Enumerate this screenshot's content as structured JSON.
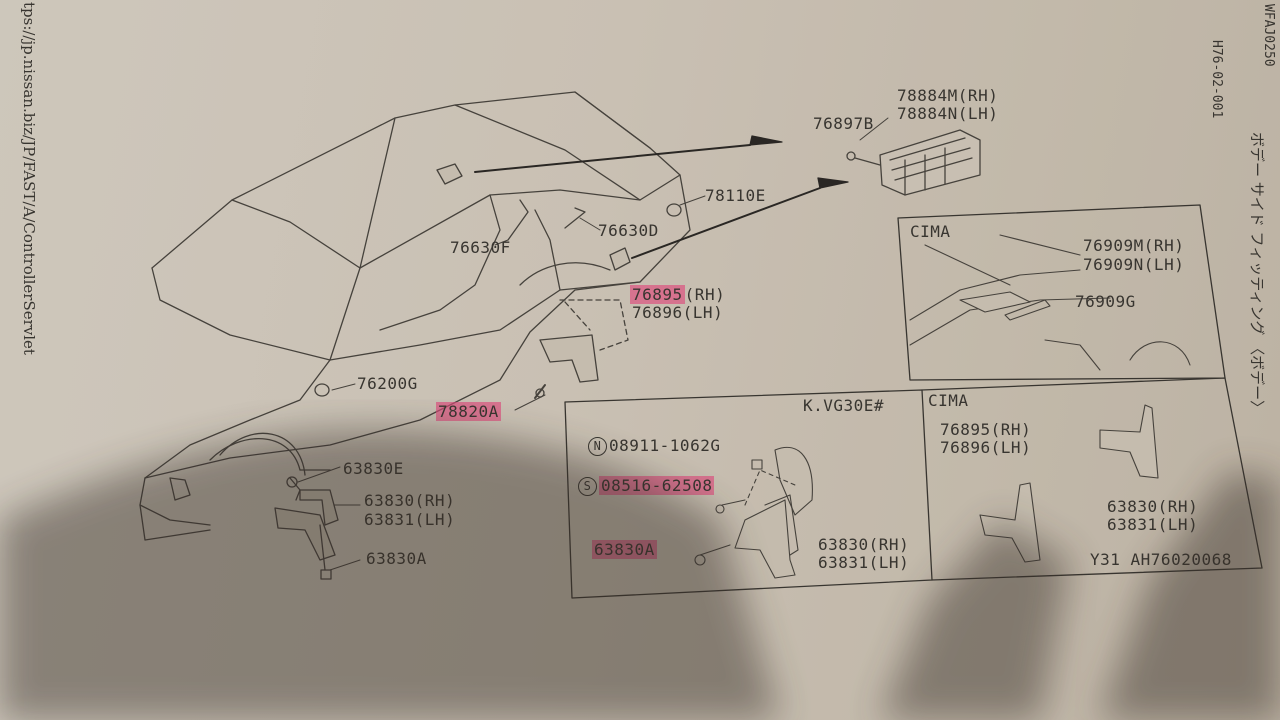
{
  "url_text": "tps://jp.nissan.biz/JP/FAST/A/ControllerServlet",
  "sheet_code": "WFAJ0250",
  "page_ref": "H76-02-001",
  "section_title": "ボデー サイド フィッティング 〈ボデー〉",
  "figure_code": "Y31  AH76020068",
  "colors": {
    "highlight": "#e94e82",
    "ink": "#3b3833",
    "paper": "#d6cec1"
  },
  "parts": {
    "p78884m": "78884M(RH)",
    "p78884n": "78884N(LH)",
    "p76897b": "76897B",
    "p78110e": "78110E",
    "p76630d": "76630D",
    "p76630f": "76630F",
    "p76895": "76895",
    "p76895_suffix": "(RH)",
    "p76896": "76896(LH)",
    "p76200g": "76200G",
    "p78820a": "78820A",
    "p63830e": "63830E",
    "p63830rh": "63830(RH)",
    "p63831lh": "63831(LH)",
    "p63830a": "63830A"
  },
  "inset_cima_top": {
    "title": "CIMA",
    "p76909m": "76909M(RH)",
    "p76909n": "76909N(LH)",
    "p76909g": "76909G"
  },
  "inset_kvg30e": {
    "title": "K.VG30E#",
    "n_mark": "N",
    "s_mark": "S",
    "p08911": "08911-1062G",
    "p08516": "08516-62508",
    "p63830a": "63830A",
    "p63830rh": "63830(RH)",
    "p63831lh": "63831(LH)"
  },
  "inset_cima_bottom": {
    "title": "CIMA",
    "p76895rh": "76895(RH)",
    "p76896lh": "76896(LH)",
    "p63830rh": "63830(RH)",
    "p63831lh": "63831(LH)"
  }
}
